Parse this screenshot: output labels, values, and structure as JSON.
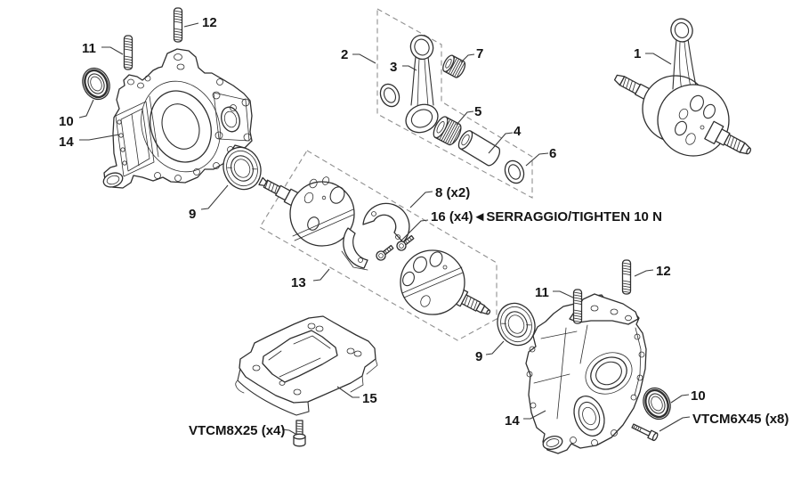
{
  "diagram": {
    "type": "exploded-parts-diagram",
    "subject": "engine crankcase and crankshaft assembly",
    "background_color": "#ffffff",
    "line_color": "#2f2f2f",
    "dashed_box_color": "#8f8f8f",
    "label_color": "#141414",
    "callouts": {
      "part1": "1",
      "part2": "2",
      "part3": "3",
      "part4": "4",
      "part5": "5",
      "part6": "6",
      "part7": "7",
      "part8": "8 (x2)",
      "part9_left": "9",
      "part9_right": "9",
      "part10_left": "10",
      "part10_right": "10",
      "part11_left": "11",
      "part11_right": "11",
      "part12_left": "12",
      "part12_right": "12",
      "part13": "13",
      "part14_left": "14",
      "part14_right": "14",
      "part15": "15",
      "part16_torque": "16 (x4)◄SERRAGGIO/TIGHTEN 10 N",
      "screw_spec_bottom": "VTCM8X25 (x4)",
      "screw_spec_right": "VTCM6X45 (x8)"
    }
  }
}
